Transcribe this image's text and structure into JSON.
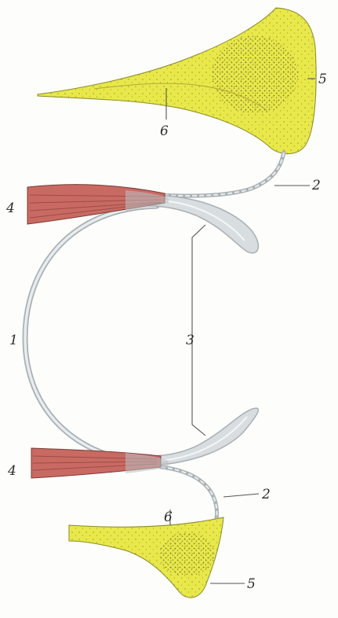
{
  "diagram": {
    "labels": {
      "top_right_5": "5",
      "top_6": "6",
      "top_right_2": "2",
      "top_left_4": "4",
      "left_1": "1",
      "center_3": "3",
      "bottom_left_4": "4",
      "bottom_right_2": "2",
      "bottom_6": "6",
      "bottom_right_5": "5"
    },
    "colors": {
      "yellow_mass": "#e8e84a",
      "yellow_dots": "#6b6b2a",
      "muscle": "#c96a62",
      "muscle_dark": "#7a3a36",
      "ring_stroke": "#a8b0b4",
      "cartilage": "#d8dee0"
    }
  }
}
